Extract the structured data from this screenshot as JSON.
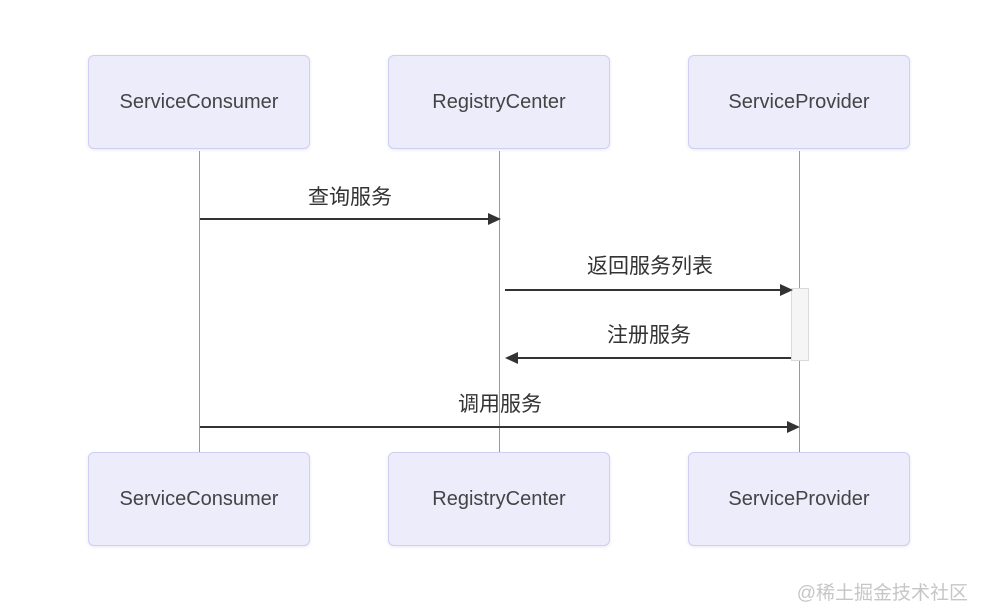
{
  "diagram": {
    "type": "sequence-diagram",
    "participants": [
      {
        "name": "ServiceConsumer"
      },
      {
        "name": "RegistryCenter"
      },
      {
        "name": "ServiceProvider"
      }
    ],
    "messages": [
      {
        "label": "查询服务",
        "from": "ServiceConsumer",
        "to": "RegistryCenter",
        "direction": "right"
      },
      {
        "label": "返回服务列表",
        "from": "RegistryCenter",
        "to": "ServiceProvider",
        "direction": "right"
      },
      {
        "label": "注册服务",
        "from": "ServiceProvider",
        "to": "RegistryCenter",
        "direction": "left"
      },
      {
        "label": "调用服务",
        "from": "ServiceConsumer",
        "to": "ServiceProvider",
        "direction": "right"
      }
    ],
    "activation": {
      "on": "ServiceProvider",
      "start_after": "返回服务列表",
      "end_at": "注册服务"
    }
  },
  "watermark": "@稀土掘金技术社区",
  "colors": {
    "participant_fill": "#ECECFB",
    "participant_border": "#CFCEF3",
    "participant_text": "#444444",
    "arrow": "#333333",
    "lifeline": "#999999",
    "activation_fill": "#F5F5F5",
    "activation_border": "#D9D9D9",
    "watermark_text": "#C6C6C6"
  }
}
